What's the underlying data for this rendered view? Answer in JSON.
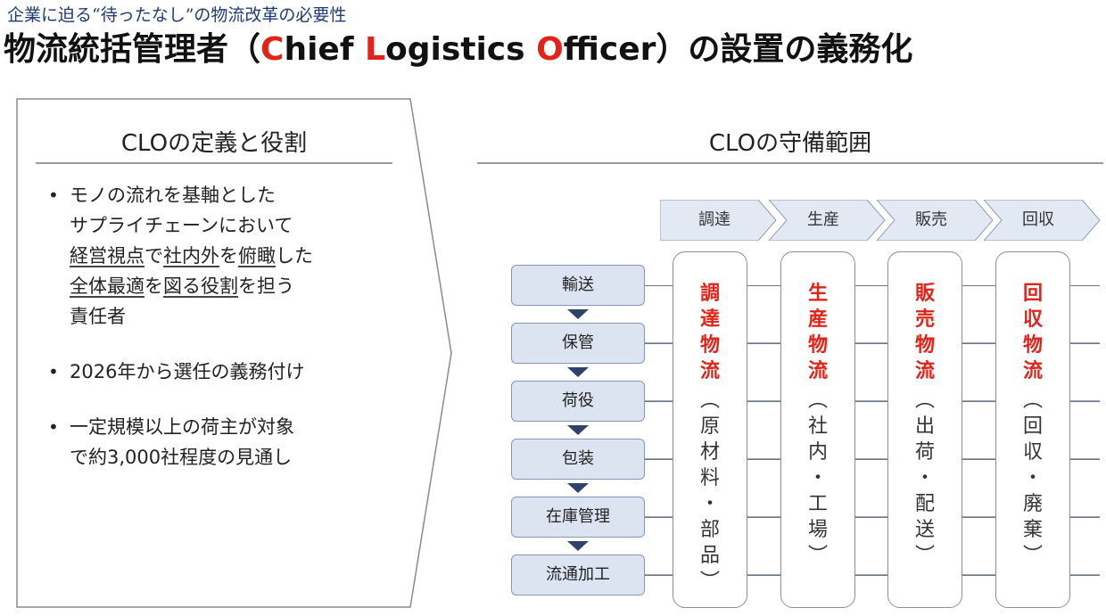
{
  "header": {
    "subtitle": "企業に迫る“待ったなし”の物流改革の必要性",
    "title_prefix": "物流統括管理者（",
    "title_c": "C",
    "title_hief": "hief ",
    "title_l": "L",
    "title_ogistics": "ogistics ",
    "title_o": "O",
    "title_fficer": "fficer",
    "title_suffix": "）の設置の義務化"
  },
  "left_panel": {
    "heading": "CLOの定義と役割",
    "bullet1": {
      "l1": "モノの流れを基軸とした",
      "l2": "サプライチェーンにおいて",
      "l3_a": "経営視点",
      "l3_b": "で",
      "l3_c": "社内外",
      "l3_d": "を",
      "l3_e": "俯瞰",
      "l3_f": "した",
      "l4_a": "全体最適",
      "l4_b": "を",
      "l4_c": "図る役割",
      "l4_d": "を担う",
      "l5": "責任者"
    },
    "bullet2": "2026年から選任の義務付け",
    "bullet3": {
      "l1": "一定規模以上の荷主が対象",
      "l2": "で約3,000社程度の見通し"
    }
  },
  "right_panel": {
    "heading": "CLOの守備範囲",
    "stages": [
      "調達",
      "生産",
      "販売",
      "回収"
    ],
    "functions": [
      "輸送",
      "保管",
      "荷役",
      "包装",
      "在庫管理",
      "流通加工"
    ],
    "columns": [
      {
        "title": "調達物流",
        "detail": "（原材料・部品）"
      },
      {
        "title": "生産物流",
        "detail": "（社内・工場）"
      },
      {
        "title": "販売物流",
        "detail": "（出荷・配送）"
      },
      {
        "title": "回収物流",
        "detail": "（回収・廃棄）"
      }
    ]
  },
  "colors": {
    "accent_red": "#e32319",
    "subtitle_navy": "#1f3b73",
    "box_fill": "#dde4f1",
    "chevron_fill": "#e3e9f3",
    "triangle": "#2f4368"
  }
}
